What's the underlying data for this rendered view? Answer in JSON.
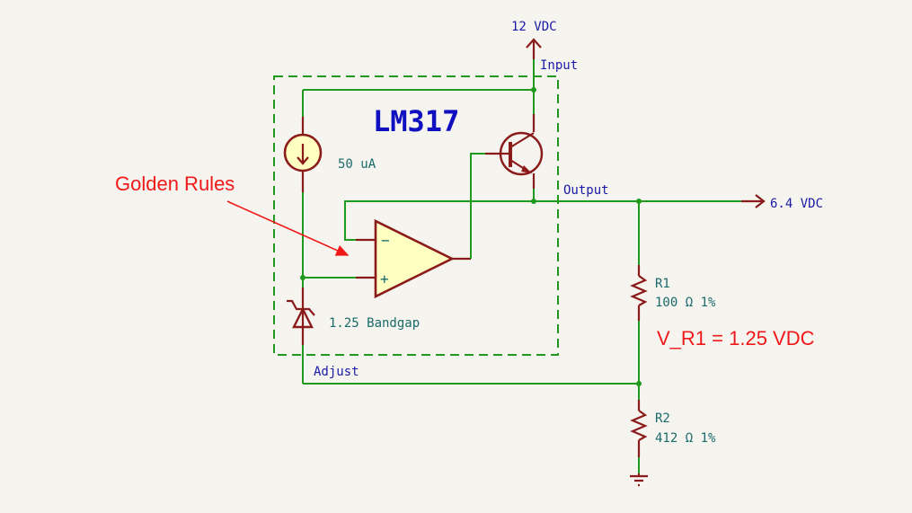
{
  "schematic": {
    "title": "LM317",
    "nets": {
      "supply_label": "12 VDC",
      "input_label": "Input",
      "output_label": "Output",
      "output_port_label": "6.4 VDC",
      "adjust_label": "Adjust"
    },
    "components": {
      "current_source": {
        "value": "50 uA"
      },
      "zener": {
        "value": "1.25 Bandgap"
      },
      "opamp": {
        "minus": "−",
        "plus": "+"
      },
      "r1": {
        "ref": "R1",
        "value": "100 Ω 1%"
      },
      "r2": {
        "ref": "R2",
        "value": "412 Ω 1%"
      }
    },
    "annotations": {
      "golden_rules": "Golden Rules",
      "v_r1": "V_R1 = 1.25 VDC"
    },
    "colors": {
      "wire": "#1f9a1f",
      "component": "#8b1a1a",
      "fill": "#ffffc2",
      "net_label": "#1a1aa8",
      "annotation": "#f01818"
    }
  }
}
